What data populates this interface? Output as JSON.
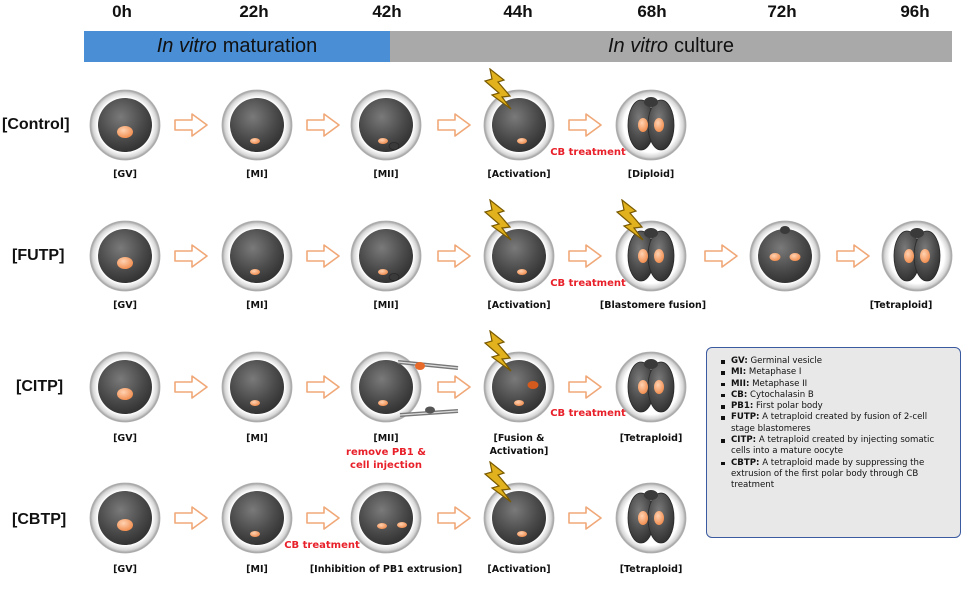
{
  "timeline": {
    "times": [
      "0h",
      "22h",
      "42h",
      "44h",
      "68h",
      "72h",
      "96h"
    ],
    "phase_in_vitro": {
      "italic": "In vitro",
      "rest": "maturation",
      "color": "#4a8fd6"
    },
    "phase_culture": {
      "italic": "In vitro",
      "rest": "culture",
      "color": "#a9a9a9"
    }
  },
  "rows": [
    {
      "label": "[Control]",
      "captions": [
        "[GV]",
        "[MI]",
        "[MII]",
        "[Activation]",
        "[Diploid]"
      ],
      "treatment": "CB treatment"
    },
    {
      "label": "[FUTP]",
      "captions": [
        "[GV]",
        "[MI]",
        "[MII]",
        "[Activation]",
        "[Blastomere fusion]",
        "[Tetraploid]"
      ],
      "treatment": "CB treatment"
    },
    {
      "label": "[CITP]",
      "captions": [
        "[GV]",
        "[MI]",
        "[MII]",
        "[Fusion &",
        "Activation]",
        "[Tetraploid]"
      ],
      "treatment": "CB treatment",
      "note_line1": "remove PB1 &",
      "note_line2": "cell injection"
    },
    {
      "label": "[CBTP]",
      "captions": [
        "[GV]",
        "[MI]",
        "[Inhibition of PB1 extrusion]",
        "[Activation]",
        "[Tetraploid]"
      ],
      "treatment": "CB treatment"
    }
  ],
  "legend": [
    {
      "term": "GV:",
      "def": "Germinal vesicle"
    },
    {
      "term": "MI:",
      "def": "Metaphase I"
    },
    {
      "term": "MII:",
      "def": "Metaphase II"
    },
    {
      "term": "CB:",
      "def": "Cytochalasin B"
    },
    {
      "term": "PB1:",
      "def": "First polar body"
    },
    {
      "term": "FUTP:",
      "def": "A tetraploid created by fusion of 2-cell stage blastomeres"
    },
    {
      "term": "CITP:",
      "def": "A tetraploid created by injecting somatic cells into a mature oocyte"
    },
    {
      "term": "CBTP:",
      "def": "A tetraploid made by suppressing the extrusion of the first polar body through CB treatment"
    }
  ],
  "colors": {
    "arrow": "#f0a878",
    "nucleus": "#f5a877",
    "cell": "#4a4a4a",
    "bolt": "#d4a017",
    "treatment": "#e8202a"
  }
}
